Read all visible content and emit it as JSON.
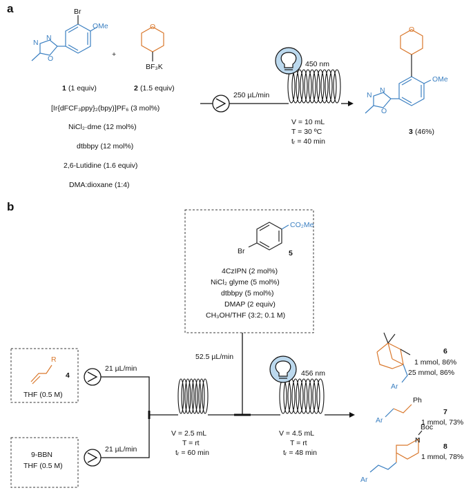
{
  "panel_a": {
    "label": "a",
    "atoms": {
      "br": "Br",
      "ome": "OMe",
      "n": "N",
      "o": "O",
      "o_pyran": "O",
      "bf3k": "BF₃K",
      "plus": "+"
    },
    "cmpd1_num": "1",
    "cmpd1_equiv": "(1 equiv)",
    "cmpd2_num": "2",
    "cmpd2_equiv": "(1.5 equiv)",
    "conditions": [
      "[Ir{dFCF₃ppy}₂(bpy)]PF₆ (3 mol%)",
      "NiCl₂·dme (12 mol%)",
      "dtbbpy (12 mol%)",
      "2,6-Lutidine (1.6 equiv)",
      "DMA:dioxane (1:4)"
    ],
    "flow_rate": "250 µL/min",
    "wavelength": "450 nm",
    "reactor": [
      "V = 10 mL",
      "T = 30 ºC",
      "tᵣ = 40 min"
    ],
    "product_num": "3",
    "product_yield": "(46%)"
  },
  "panel_b": {
    "label": "b",
    "cmpd5_num": "5",
    "co2me": "CO₂Me",
    "br": "Br",
    "box_conditions": [
      "4CzIPN (2 mol%)",
      "NiCl₂ glyme (5 mol%)",
      "dtbbpy (5 mol%)",
      "DMAP (2 equiv)",
      "CH₃OH/THF (3:2; 0.1 M)"
    ],
    "cmpd4_num": "4",
    "r_label": "R",
    "cmpd4_solvent": "THF (0.5 M)",
    "bbn_name": "9-BBN",
    "bbn_solvent": "THF (0.5 M)",
    "flow_top": "21 µL/min",
    "flow_bottom": "21 µL/min",
    "flow_side": "52.5 µL/min",
    "wavelength": "456 nm",
    "reactor1": [
      "V = 2.5 mL",
      "T = rt",
      "tᵣ = 60 min"
    ],
    "reactor2": [
      "V = 4.5 mL",
      "T = rt",
      "tᵣ = 48 min"
    ],
    "products": [
      {
        "num": "6",
        "lines": [
          "1 mmol, 86%",
          "25 mmol, 86%"
        ]
      },
      {
        "num": "7",
        "lines": [
          "1 mmol, 73%"
        ]
      },
      {
        "num": "8",
        "lines": [
          "1 mmol, 78%"
        ]
      }
    ],
    "ar": "Ar",
    "ph": "Ph",
    "boc": "Boc",
    "n": "N"
  }
}
